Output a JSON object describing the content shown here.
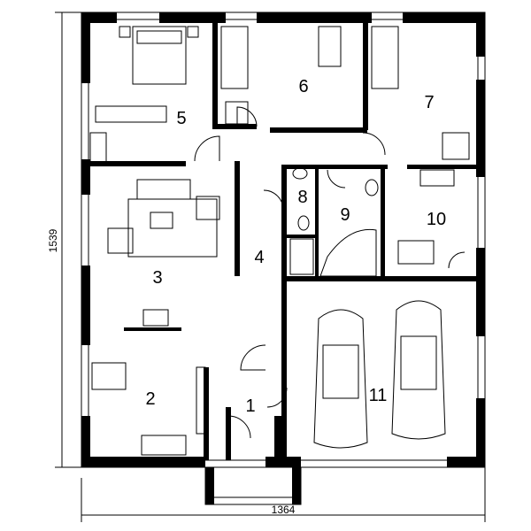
{
  "title": "House floor plan",
  "dimensions": {
    "height": "1539",
    "width": "1364"
  },
  "rooms": [
    {
      "number": "1",
      "type": "entry"
    },
    {
      "number": "2",
      "type": "kitchen"
    },
    {
      "number": "3",
      "type": "living-room"
    },
    {
      "number": "4",
      "type": "hall"
    },
    {
      "number": "5",
      "type": "bedroom"
    },
    {
      "number": "6",
      "type": "bedroom"
    },
    {
      "number": "7",
      "type": "bedroom"
    },
    {
      "number": "8",
      "type": "wc"
    },
    {
      "number": "9",
      "type": "bathroom"
    },
    {
      "number": "10",
      "type": "utility-room"
    },
    {
      "number": "11",
      "type": "garage"
    }
  ]
}
